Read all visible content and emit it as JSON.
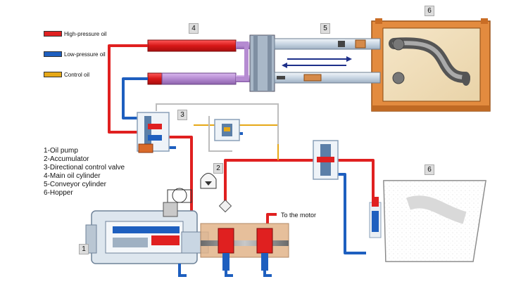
{
  "legend": [
    {
      "label": "High-pressure oil",
      "color": "#e02020"
    },
    {
      "label": "Low-pressure oil",
      "color": "#1e5fbf"
    },
    {
      "label": "Control oil",
      "color": "#e6a817"
    }
  ],
  "components": [
    "1-Oil pump",
    "2-Accumulator",
    "3-Directional control valve",
    "4-Main oil cylinder",
    "5-Conveyor cylinder",
    "6-Hopper"
  ],
  "badges": {
    "pump": "1",
    "accumulator": "2",
    "valve": "3",
    "main_cylinder": "4",
    "conveyor_cylinder": "5",
    "hopper_top": "6",
    "hopper_bottom": "6"
  },
  "motor_label": "To the motor",
  "colors": {
    "high": "#e02020",
    "low": "#1e5fbf",
    "control": "#e6a817",
    "purple": "#b58bd1",
    "hopper": "#d9823a",
    "grey_line": "#bdbdbd"
  }
}
